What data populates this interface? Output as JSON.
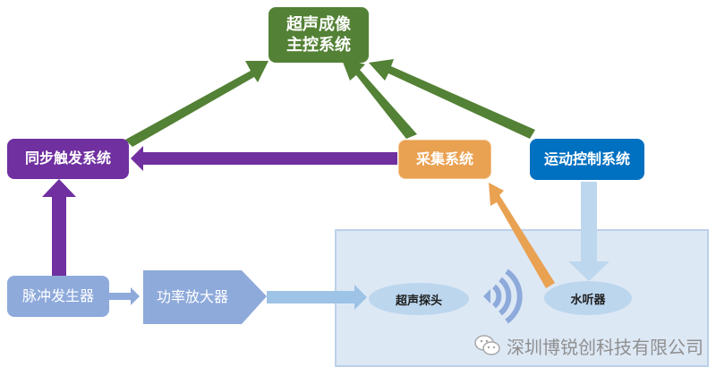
{
  "diagram": {
    "nodes": {
      "main_control": {
        "label_line1": "超声成像",
        "label_line2": "主控系统",
        "color": "#538135"
      },
      "sync_trigger": {
        "label": "同步触发系统",
        "color": "#7030a0"
      },
      "acquisition": {
        "label": "采集系统",
        "color": "#e9a152"
      },
      "motion_control": {
        "label": "运动控制系统",
        "color": "#0070c0"
      },
      "pulse_generator": {
        "label": "脉冲发生器",
        "color": "#8eaadb"
      },
      "power_amplifier": {
        "label": "功率放大器",
        "color": "#8eaadb"
      },
      "ultrasonic_probe": {
        "label": "超声探头",
        "color": "#bcd6ee"
      },
      "hydrophone": {
        "label": "水听器",
        "color": "#bcd6ee"
      }
    },
    "edges": [
      {
        "from": "sync_trigger",
        "to": "main_control",
        "color": "#538135"
      },
      {
        "from": "acquisition",
        "to": "main_control",
        "color": "#538135"
      },
      {
        "from": "motion_control",
        "to": "main_control",
        "color": "#538135"
      },
      {
        "from": "acquisition",
        "to": "sync_trigger",
        "color": "#7030a0"
      },
      {
        "from": "pulse_generator",
        "to": "sync_trigger",
        "color": "#7030a0"
      },
      {
        "from": "pulse_generator",
        "to": "power_amplifier",
        "color": "#8eaadb"
      },
      {
        "from": "power_amplifier",
        "to": "ultrasonic_probe",
        "color": "#9dc3e6"
      },
      {
        "from": "hydrophone",
        "to": "acquisition",
        "color": "#e9a152"
      },
      {
        "from": "motion_control",
        "to": "hydrophone",
        "color": "#bdd7ee"
      }
    ],
    "water_tank": {
      "fill": "#dde8f5",
      "border": "#bcd0ea"
    },
    "wave_icon": {
      "name": "sound-wave-icon",
      "color": "#8eaadb"
    }
  },
  "watermark": {
    "icon": "wechat-icon",
    "text": "深圳博锐创科技有限公司"
  }
}
